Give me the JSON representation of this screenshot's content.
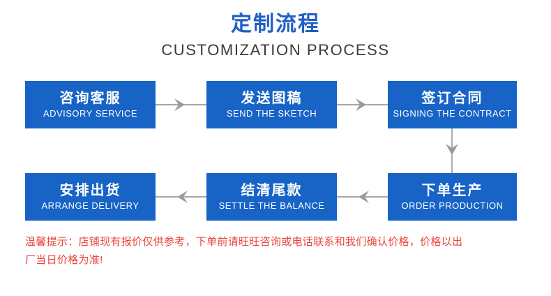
{
  "header": {
    "title_cn": "定制流程",
    "title_en": "CUSTOMIZATION PROCESS"
  },
  "colors": {
    "box_blue": "#1763c6",
    "title_blue": "#1f5fc4",
    "subtitle_gray": "#3a3a3a",
    "arrow_gray": "#9a9a9a",
    "arrow_line": "#8c8c8c",
    "notice_red": "#e8453c",
    "background": "#ffffff"
  },
  "flow": {
    "steps": [
      {
        "id": "advisory",
        "cn": "咨询客服",
        "en": "ADVISORY SERVICE",
        "row": 1,
        "order": 1
      },
      {
        "id": "sketch",
        "cn": "发送图稿",
        "en": "SEND THE SKETCH",
        "row": 1,
        "order": 2
      },
      {
        "id": "contract",
        "cn": "签订合同",
        "en": "SIGNING THE CONTRACT",
        "row": 1,
        "order": 3
      },
      {
        "id": "production",
        "cn": "下单生产",
        "en": "ORDER PRODUCTION",
        "row": 2,
        "order": 4
      },
      {
        "id": "balance",
        "cn": "结清尾款",
        "en": "SETTLE THE BALANCE",
        "row": 2,
        "order": 5
      },
      {
        "id": "delivery",
        "cn": "安排出货",
        "en": "ARRANGE DELIVERY",
        "row": 2,
        "order": 6
      }
    ],
    "connectors": [
      {
        "id": "arrow-1",
        "from": "advisory",
        "to": "sketch",
        "direction": "right"
      },
      {
        "id": "arrow-2",
        "from": "sketch",
        "to": "contract",
        "direction": "right"
      },
      {
        "id": "arrow-3",
        "from": "contract",
        "to": "production",
        "direction": "down"
      },
      {
        "id": "arrow-4",
        "from": "production",
        "to": "balance",
        "direction": "left"
      },
      {
        "id": "arrow-5",
        "from": "balance",
        "to": "delivery",
        "direction": "left"
      }
    ]
  },
  "notice": {
    "line1": "温馨提示：店铺现有报价仅供参考，下单前请旺旺咨询或电话联系和我们确认价格，价格以出",
    "line2": "厂当日价格为准!"
  }
}
